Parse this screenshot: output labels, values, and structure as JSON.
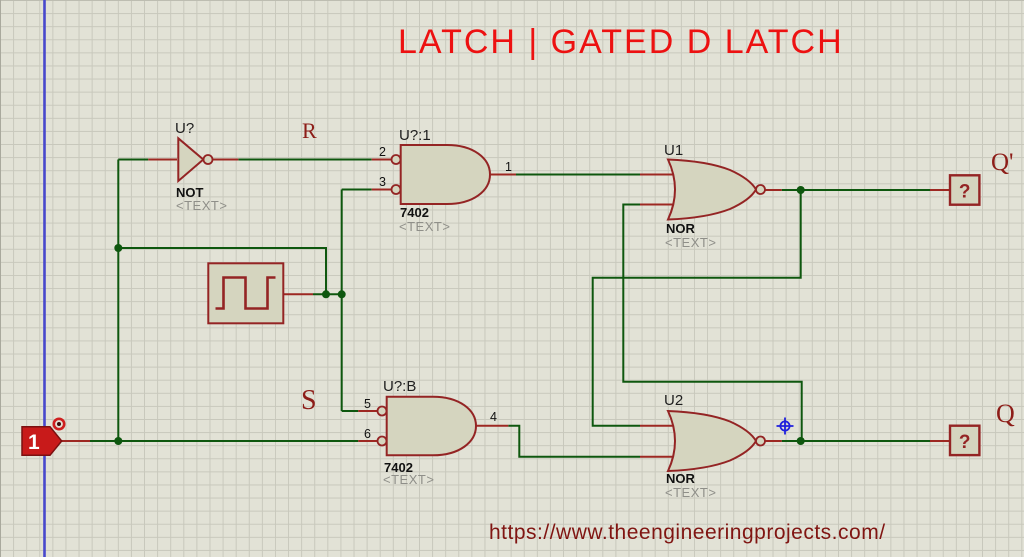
{
  "title": {
    "text": "LATCH |  GATED D LATCH"
  },
  "watermark": {
    "url": "https://www.theengineeringprojects.com/"
  },
  "colors": {
    "wire-green": "#0e570e",
    "pin-red": "#9d2822",
    "gate-stroke": "#942424",
    "gate-fill": "#d5d5bf",
    "title-red": "#ed1111",
    "url-maroon": "#801512",
    "label-maroon": "#8d1d18",
    "terminal-fill": "#c81a1a",
    "sheet-blue": "#4848cc",
    "crosshair-blue": "#2020dd",
    "placeholder-gray": "#8f8f89"
  },
  "net_labels": {
    "r": "R",
    "s": "S",
    "q": "Q",
    "qbar": "Q'"
  },
  "components": {
    "not_gate": {
      "ref": "U?",
      "type_label": "NOT",
      "placeholder": "<TEXT>"
    },
    "gate_r": {
      "ref": "U?:1",
      "part": "7402",
      "placeholder": "<TEXT>",
      "pins": {
        "in1": "2",
        "in2": "3",
        "out": "1"
      }
    },
    "gate_s": {
      "ref": "U?:B",
      "part": "7402",
      "placeholder": "<TEXT>",
      "pins": {
        "in1": "5",
        "in2": "6",
        "out": "4"
      }
    },
    "nor1": {
      "ref": "U1",
      "type_label": "NOR",
      "placeholder": "<TEXT>"
    },
    "nor2": {
      "ref": "U2",
      "type_label": "NOR",
      "placeholder": "<TEXT>"
    },
    "input_terminal": {
      "label": "1"
    },
    "clock_source": {
      "name": "pulse-generator"
    },
    "probe_qbar": {
      "value": "?"
    },
    "probe_q": {
      "value": "?"
    }
  }
}
